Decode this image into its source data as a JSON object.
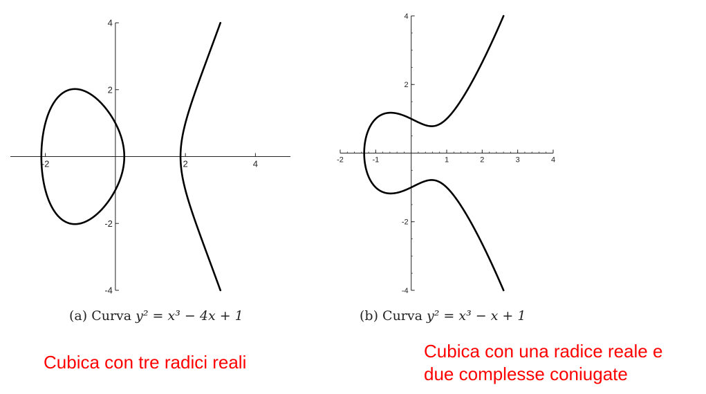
{
  "colors": {
    "curve": "#000000",
    "axis": "#222222",
    "note": "#ff0000"
  },
  "chart_data": [
    {
      "type": "line",
      "caption_prefix": "(a) Curva",
      "equation": "y² = x³ − 4x + 1",
      "curve": {
        "a": -4,
        "b": 1
      },
      "xlim": [
        -3,
        5
      ],
      "ylim": [
        -4,
        4
      ],
      "xticks": [
        {
          "value": -2,
          "label": "-2"
        },
        {
          "value": 2,
          "label": "2"
        },
        {
          "value": 4,
          "label": "4"
        }
      ],
      "yticks": [
        {
          "value": 4,
          "label": "4"
        },
        {
          "value": 2,
          "label": "2"
        },
        {
          "value": -2,
          "label": "-2"
        },
        {
          "value": -4,
          "label": "-4"
        }
      ],
      "grid": false,
      "note": "Cubica con tre radici reali"
    },
    {
      "type": "line",
      "caption_prefix": "(b) Curva",
      "equation": "y² = x³ − x + 1",
      "curve": {
        "a": -1,
        "b": 1
      },
      "xlim": [
        -2,
        4
      ],
      "ylim": [
        -4,
        4
      ],
      "xticks": [
        {
          "value": -2,
          "label": "-2"
        },
        {
          "value": -1,
          "label": "-1"
        },
        {
          "value": 1,
          "label": "1"
        },
        {
          "value": 2,
          "label": "2"
        },
        {
          "value": 3,
          "label": "3"
        },
        {
          "value": 4,
          "label": "4"
        }
      ],
      "yticks": [
        {
          "value": 4,
          "label": "4"
        },
        {
          "value": 2,
          "label": "2"
        },
        {
          "value": -2,
          "label": "-2"
        },
        {
          "value": -4,
          "label": "-4"
        }
      ],
      "grid": false,
      "note_lines": [
        "Cubica con una radice reale e",
        "due complesse coniugate"
      ]
    }
  ]
}
